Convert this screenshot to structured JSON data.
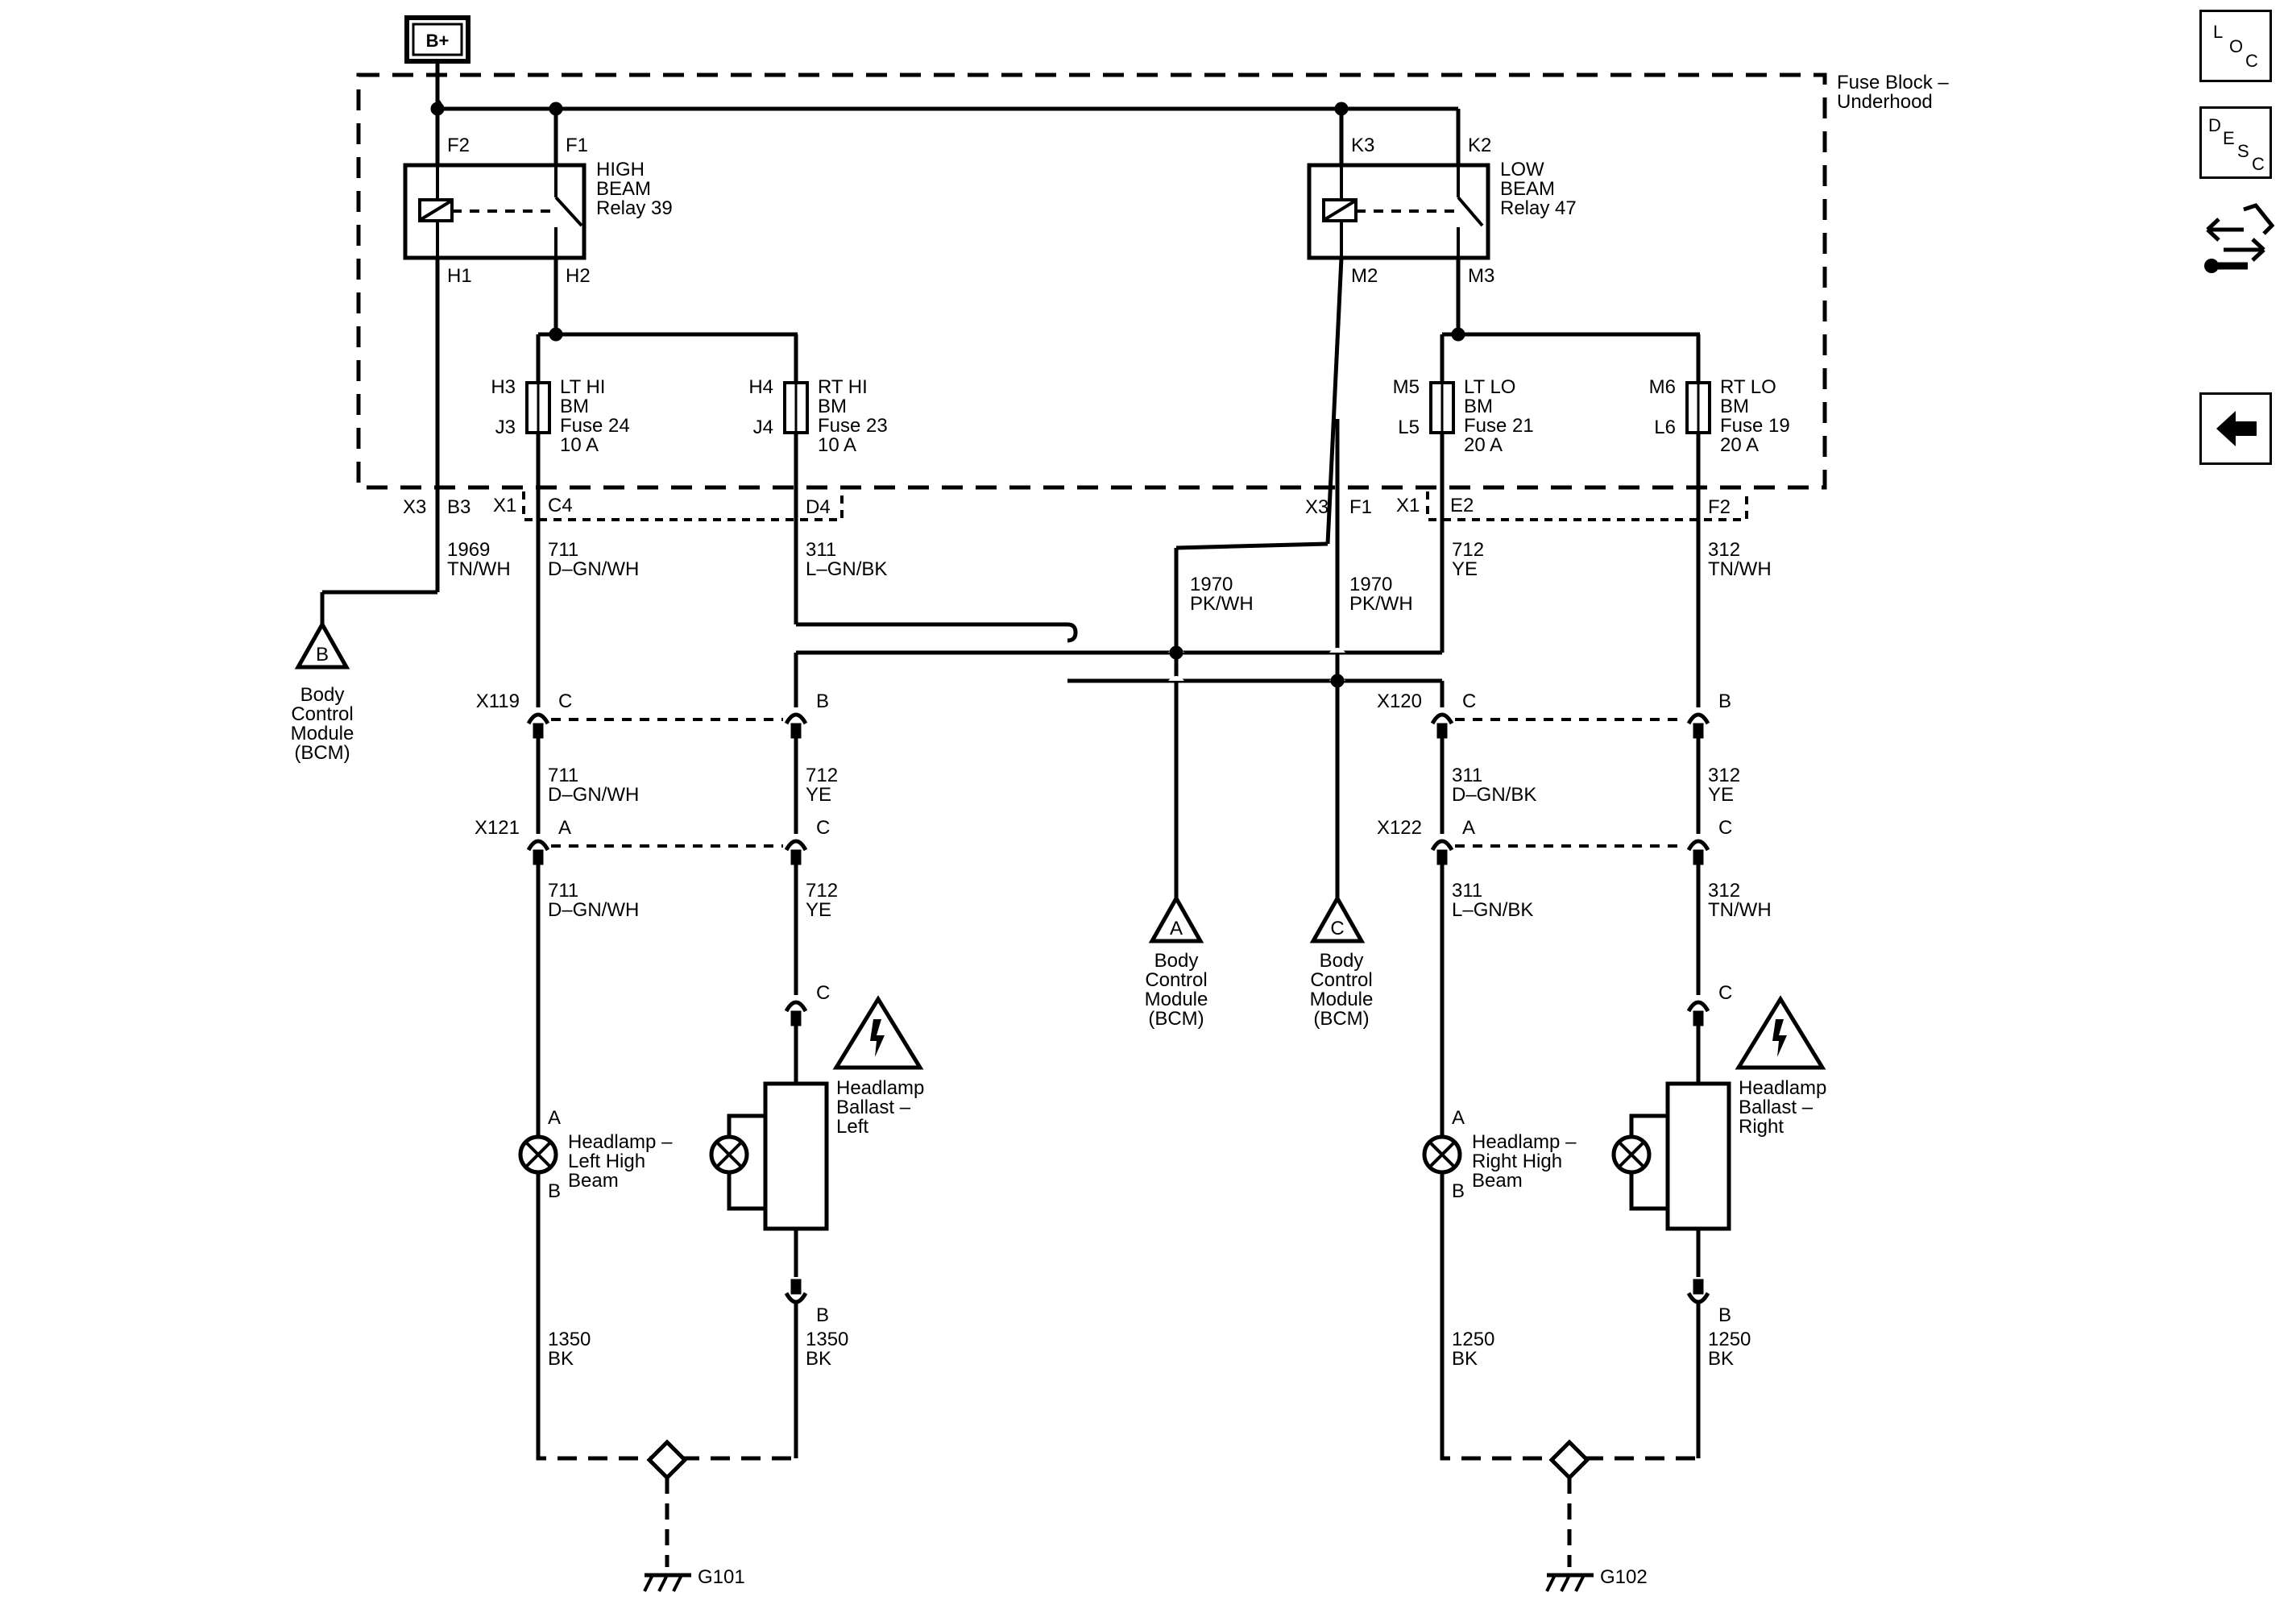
{
  "battery": "B+",
  "fuse_block": {
    "line1": "Fuse Block –",
    "line2": "Underhood"
  },
  "relays": {
    "high": {
      "lines": [
        "HIGH",
        "BEAM",
        "Relay 39"
      ],
      "pins": [
        "F2",
        "F1",
        "H1",
        "H2"
      ]
    },
    "low": {
      "lines": [
        "LOW",
        "BEAM",
        "Relay 47"
      ],
      "pins": [
        "K3",
        "K2",
        "M2",
        "M3"
      ]
    }
  },
  "fuses": [
    {
      "top_pin": "H3",
      "bottom_pin": "J3",
      "lines": [
        "LT HI",
        "BM",
        "Fuse 24",
        "10 A"
      ]
    },
    {
      "top_pin": "H4",
      "bottom_pin": "J4",
      "lines": [
        "RT HI",
        "BM",
        "Fuse 23",
        "10 A"
      ]
    },
    {
      "top_pin": "M5",
      "bottom_pin": "L5",
      "lines": [
        "LT LO",
        "BM",
        "Fuse 21",
        "20 A"
      ]
    },
    {
      "top_pin": "M6",
      "bottom_pin": "L6",
      "lines": [
        "RT LO",
        "BM",
        "Fuse 19",
        "20 A"
      ]
    }
  ],
  "block_connectors": {
    "x3_left": "X3",
    "b3": "B3",
    "x1_left": "X1",
    "c4": "C4",
    "d4": "D4",
    "x3_right": "X3",
    "f1": "F1",
    "x1_right": "X1",
    "e2": "E2",
    "f2": "F2"
  },
  "wires": {
    "w1969": [
      "1969",
      "TN/WH"
    ],
    "w711_top": [
      "711",
      "D–GN/WH"
    ],
    "w311_top": [
      "311",
      "L–GN/BK"
    ],
    "w1970_a": [
      "1970",
      "PK/WH"
    ],
    "w1970_c": [
      "1970",
      "PK/WH"
    ],
    "w712_top": [
      "712",
      "YE"
    ],
    "w312_top": [
      "312",
      "TN/WH"
    ],
    "w711_mid": [
      "711",
      "D–GN/WH"
    ],
    "w712_mid": [
      "712",
      "YE"
    ],
    "w311_mid": [
      "311",
      "D–GN/BK"
    ],
    "w312_mid": [
      "312",
      "YE"
    ],
    "w711_low": [
      "711",
      "D–GN/WH"
    ],
    "w712_low": [
      "712",
      "YE"
    ],
    "w311_low": [
      "311",
      "L–GN/BK"
    ],
    "w312_low": [
      "312",
      "TN/WH"
    ],
    "w1350_a": [
      "1350",
      "BK"
    ],
    "w1350_b": [
      "1350",
      "BK"
    ],
    "w1250_a": [
      "1250",
      "BK"
    ],
    "w1250_b": [
      "1250",
      "BK"
    ]
  },
  "inline_connectors": {
    "x119": {
      "name": "X119",
      "pins": [
        "C",
        "B"
      ]
    },
    "x120": {
      "name": "X120",
      "pins": [
        "C",
        "B"
      ]
    },
    "x121": {
      "name": "X121",
      "pins": [
        "A",
        "C"
      ]
    },
    "x122": {
      "name": "X122",
      "pins": [
        "A",
        "C"
      ]
    }
  },
  "bcm_refs": [
    {
      "letter": "B",
      "lines": [
        "Body",
        "Control",
        "Module",
        "(BCM)"
      ]
    },
    {
      "letter": "A",
      "lines": [
        "Body",
        "Control",
        "Module",
        "(BCM)"
      ]
    },
    {
      "letter": "C",
      "lines": [
        "Body",
        "Control",
        "Module",
        "(BCM)"
      ]
    }
  ],
  "lamps": {
    "left_high": {
      "lines": [
        "Headlamp –",
        "Left High",
        "Beam"
      ],
      "pin_a": "A",
      "pin_b": "B"
    },
    "right_high": {
      "lines": [
        "Headlamp –",
        "Right High",
        "Beam"
      ],
      "pin_a": "A",
      "pin_b": "B"
    }
  },
  "ballasts": {
    "left": {
      "lines": [
        "Headlamp",
        "Ballast –",
        "Left"
      ],
      "pin_c": "C",
      "pin_b": "B"
    },
    "right": {
      "lines": [
        "Headlamp",
        "Ballast –",
        "Right"
      ],
      "pin_c": "C",
      "pin_b": "B"
    }
  },
  "grounds": {
    "left": "G101",
    "right": "G102"
  },
  "side_buttons": {
    "loc": [
      "L",
      "O",
      "C"
    ],
    "desc": [
      "D",
      "E",
      "S",
      "C"
    ],
    "icons": [
      "service-procedure-icon",
      "back-arrow-icon"
    ]
  }
}
